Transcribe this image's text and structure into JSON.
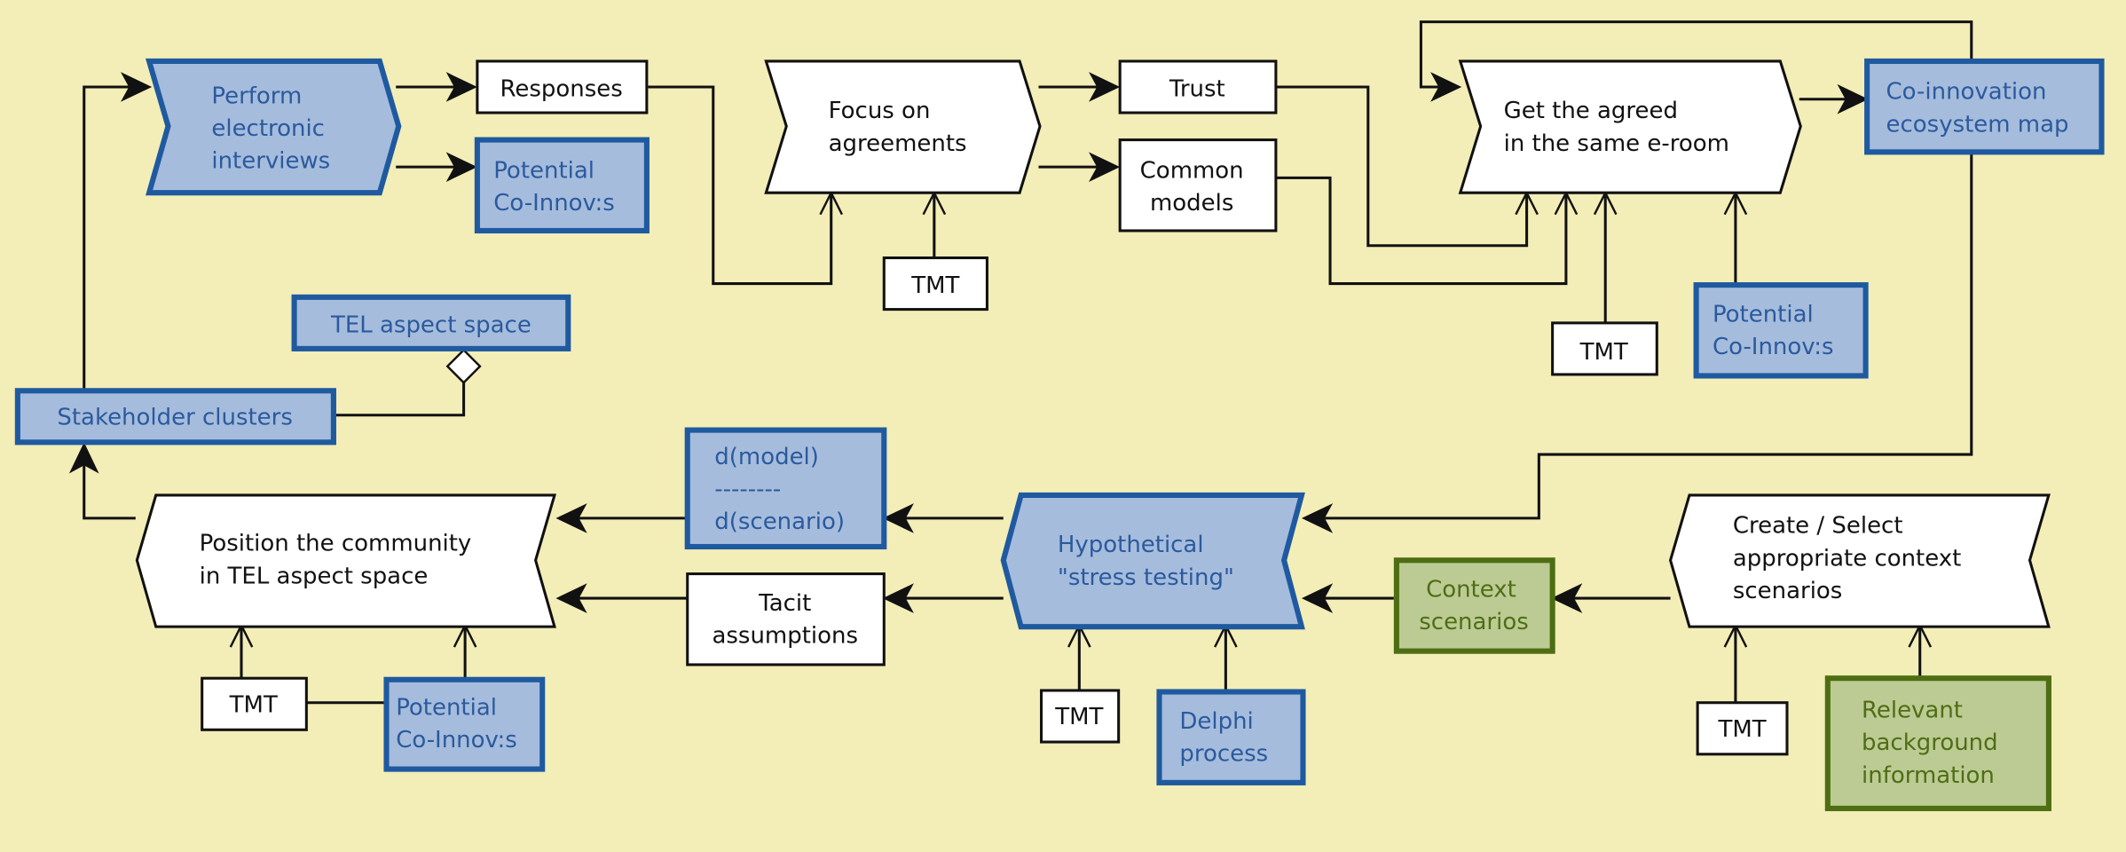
{
  "colors": {
    "background": "#f3edb7",
    "blue_fill": "#a6bcdc",
    "blue_border": "#1f5aa0",
    "blue_text": "#2a5a9e",
    "green_fill": "#bccb94",
    "green_border": "#4d6e12",
    "green_text": "#4e6e14"
  },
  "nodes": {
    "perform_interviews": {
      "kind": "process",
      "style": "blue",
      "lines": [
        "Perform",
        "electronic",
        "interviews"
      ]
    },
    "responses": {
      "kind": "data",
      "style": "white",
      "lines": [
        "Responses"
      ]
    },
    "potential_coinnov_top": {
      "kind": "data",
      "style": "blue",
      "lines": [
        "Potential",
        "Co-Innov:s"
      ]
    },
    "focus_agreements": {
      "kind": "process",
      "style": "white",
      "lines": [
        "Focus on",
        "agreements"
      ]
    },
    "tmt_focus": {
      "kind": "data",
      "style": "white",
      "lines": [
        "TMT"
      ]
    },
    "trust": {
      "kind": "data",
      "style": "white",
      "lines": [
        "Trust"
      ]
    },
    "common_models": {
      "kind": "data",
      "style": "white",
      "lines": [
        "Common",
        "models"
      ]
    },
    "get_agreed": {
      "kind": "process",
      "style": "white",
      "lines": [
        "Get the agreed",
        "in the same e-room"
      ]
    },
    "tmt_eroom": {
      "kind": "data",
      "style": "white",
      "lines": [
        "TMT"
      ]
    },
    "potential_coinnov_eroom": {
      "kind": "data",
      "style": "blue",
      "lines": [
        "Potential",
        "Co-Innov:s"
      ]
    },
    "coinnovation_map": {
      "kind": "data",
      "style": "blue",
      "lines": [
        "Co-innovation",
        "ecosystem map"
      ]
    },
    "tel_aspect_space": {
      "kind": "data",
      "style": "blue",
      "lines": [
        "TEL aspect space"
      ]
    },
    "stakeholder_clusters": {
      "kind": "data",
      "style": "blue",
      "lines": [
        "Stakeholder clusters"
      ]
    },
    "position_community": {
      "kind": "process",
      "style": "white",
      "lines": [
        "Position the community",
        "in TEL aspect space"
      ]
    },
    "tmt_position": {
      "kind": "data",
      "style": "white",
      "lines": [
        "TMT"
      ]
    },
    "potential_coinnov_position": {
      "kind": "data",
      "style": "blue",
      "lines": [
        "Potential",
        "Co-Innov:s"
      ]
    },
    "d_ratio": {
      "kind": "data",
      "style": "blue",
      "lines": [
        "d(model)",
        "--------",
        "d(scenario)"
      ]
    },
    "tacit_assumptions": {
      "kind": "data",
      "style": "white",
      "lines": [
        "Tacit",
        "assumptions"
      ]
    },
    "stress_testing": {
      "kind": "process",
      "style": "blue",
      "lines": [
        "Hypothetical",
        "\"stress testing\""
      ]
    },
    "tmt_stress": {
      "kind": "data",
      "style": "white",
      "lines": [
        "TMT"
      ]
    },
    "delphi_process": {
      "kind": "data",
      "style": "blue",
      "lines": [
        "Delphi",
        "process"
      ]
    },
    "context_scenarios": {
      "kind": "data",
      "style": "green",
      "lines": [
        "Context",
        "scenarios"
      ]
    },
    "create_select": {
      "kind": "process",
      "style": "white",
      "lines": [
        "Create / Select",
        "appropriate context",
        "scenarios"
      ]
    },
    "tmt_create": {
      "kind": "data",
      "style": "white",
      "lines": [
        "TMT"
      ]
    },
    "relevant_background": {
      "kind": "data",
      "style": "green",
      "lines": [
        "Relevant",
        "background",
        "information"
      ]
    }
  },
  "edges": [
    {
      "from": "stakeholder_clusters",
      "to": "perform_interviews",
      "arrow": "solid"
    },
    {
      "from": "perform_interviews",
      "to": "responses",
      "arrow": "solid"
    },
    {
      "from": "perform_interviews",
      "to": "potential_coinnov_top",
      "arrow": "solid"
    },
    {
      "from": "responses",
      "to": "focus_agreements",
      "arrow": "open"
    },
    {
      "from": "tmt_focus",
      "to": "focus_agreements",
      "arrow": "open"
    },
    {
      "from": "focus_agreements",
      "to": "trust",
      "arrow": "solid"
    },
    {
      "from": "focus_agreements",
      "to": "common_models",
      "arrow": "solid"
    },
    {
      "from": "trust",
      "to": "get_agreed",
      "arrow": "open"
    },
    {
      "from": "common_models",
      "to": "get_agreed",
      "arrow": "open"
    },
    {
      "from": "tmt_eroom",
      "to": "get_agreed",
      "arrow": "open"
    },
    {
      "from": "potential_coinnov_eroom",
      "to": "get_agreed",
      "arrow": "open"
    },
    {
      "from": "coinnovation_map",
      "to": "get_agreed",
      "arrow": "solid"
    },
    {
      "from": "get_agreed",
      "to": "coinnovation_map",
      "arrow": "solid"
    },
    {
      "from": "coinnovation_map",
      "to": "stress_testing",
      "arrow": "solid"
    },
    {
      "from": "create_select",
      "to": "context_scenarios",
      "arrow": "solid"
    },
    {
      "from": "context_scenarios",
      "to": "stress_testing",
      "arrow": "solid"
    },
    {
      "from": "tmt_create",
      "to": "create_select",
      "arrow": "open"
    },
    {
      "from": "relevant_background",
      "to": "create_select",
      "arrow": "open"
    },
    {
      "from": "tmt_stress",
      "to": "stress_testing",
      "arrow": "open"
    },
    {
      "from": "delphi_process",
      "to": "stress_testing",
      "arrow": "open"
    },
    {
      "from": "stress_testing",
      "to": "d_ratio",
      "arrow": "solid"
    },
    {
      "from": "stress_testing",
      "to": "tacit_assumptions",
      "arrow": "solid"
    },
    {
      "from": "d_ratio",
      "to": "position_community",
      "arrow": "solid"
    },
    {
      "from": "tacit_assumptions",
      "to": "position_community",
      "arrow": "solid"
    },
    {
      "from": "tmt_position",
      "to": "position_community",
      "arrow": "open"
    },
    {
      "from": "potential_coinnov_position",
      "to": "position_community",
      "arrow": "open"
    },
    {
      "from": "tmt_position",
      "to": "potential_coinnov_position",
      "arrow": "none"
    },
    {
      "from": "position_community",
      "to": "stakeholder_clusters",
      "arrow": "solid"
    },
    {
      "from": "stakeholder_clusters",
      "to": "tel_aspect_space",
      "arrow": "aggregation-diamond"
    }
  ]
}
